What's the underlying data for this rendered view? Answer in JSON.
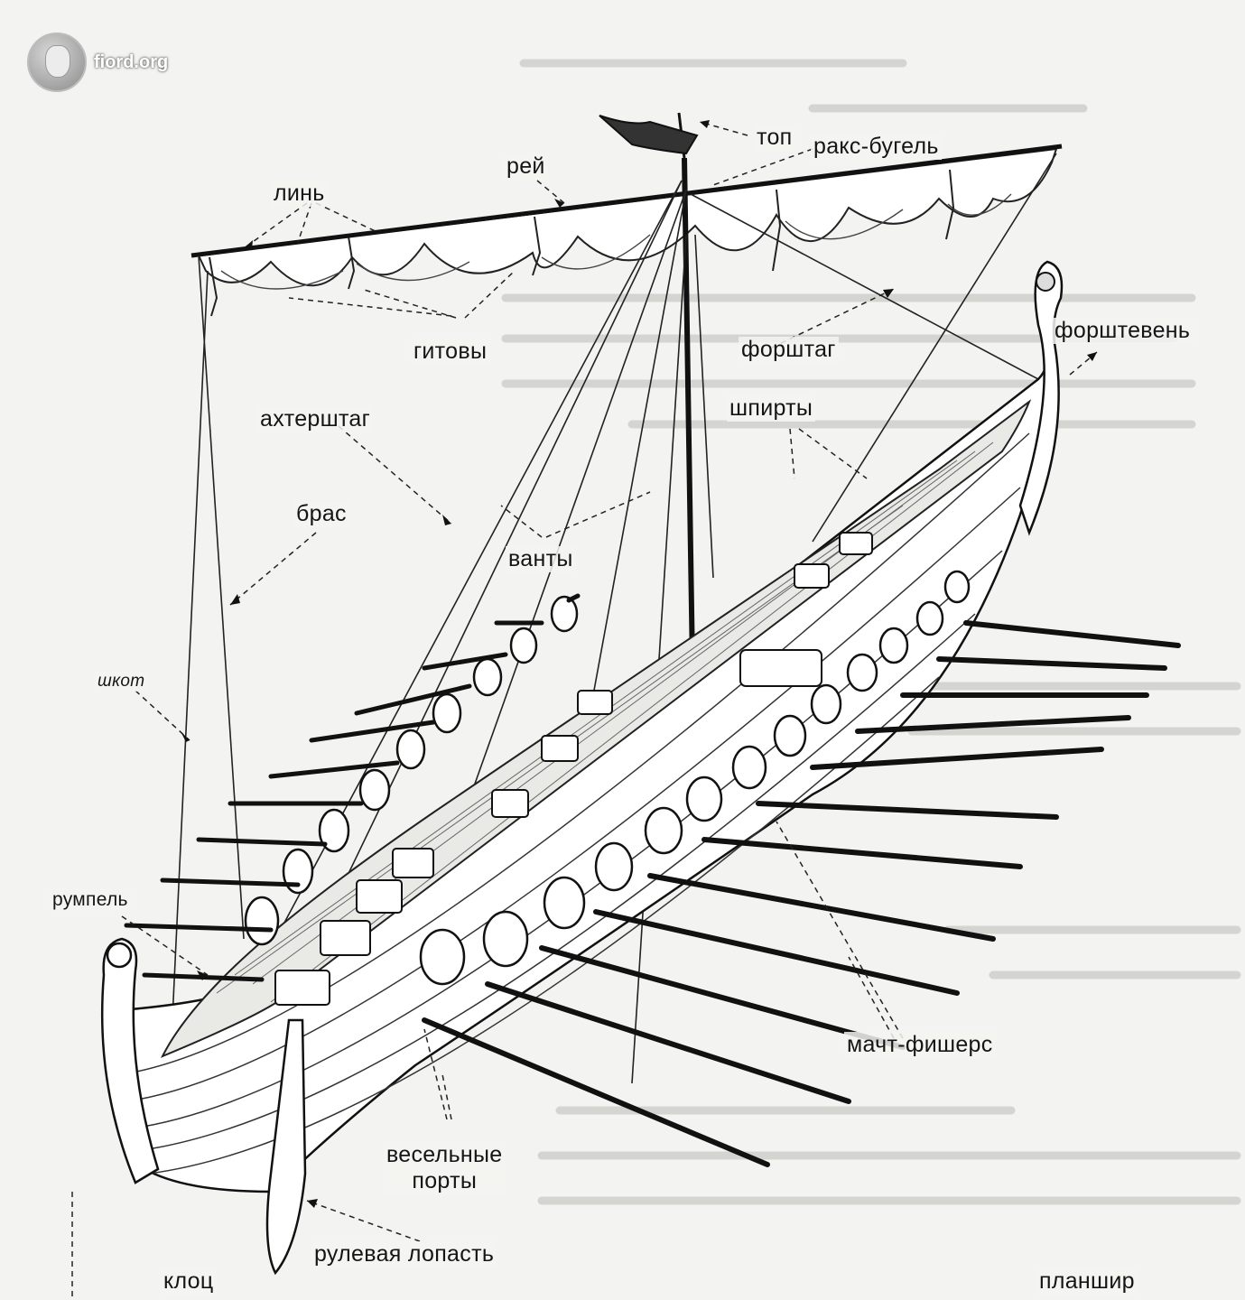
{
  "watermark": {
    "text": "fiord.org"
  },
  "labels": {
    "top": "топ",
    "raks_bugel": "ракс-бугель",
    "rei": "рей",
    "lin": "линь",
    "gitovy": "гитовы",
    "forshtag": "форштаг",
    "forshteven": "форштевень",
    "akhtershtag": "ахтерштаг",
    "shpirty": "шпирты",
    "bras": "брас",
    "vanty": "ванты",
    "shkot": "шкот",
    "rumpel": "румпель",
    "macht_fishers": "мачт-фишерс",
    "vesel_line1": "весельные",
    "vesel_line2": "порты",
    "rulevaya": "рулевая лопасть",
    "klots": "клоц",
    "planshir": "планшир"
  },
  "colors": {
    "paper": "#f3f3f1",
    "ink": "#1a1a1a",
    "sail": "#ffffff",
    "deck": "#e9e9e6"
  }
}
